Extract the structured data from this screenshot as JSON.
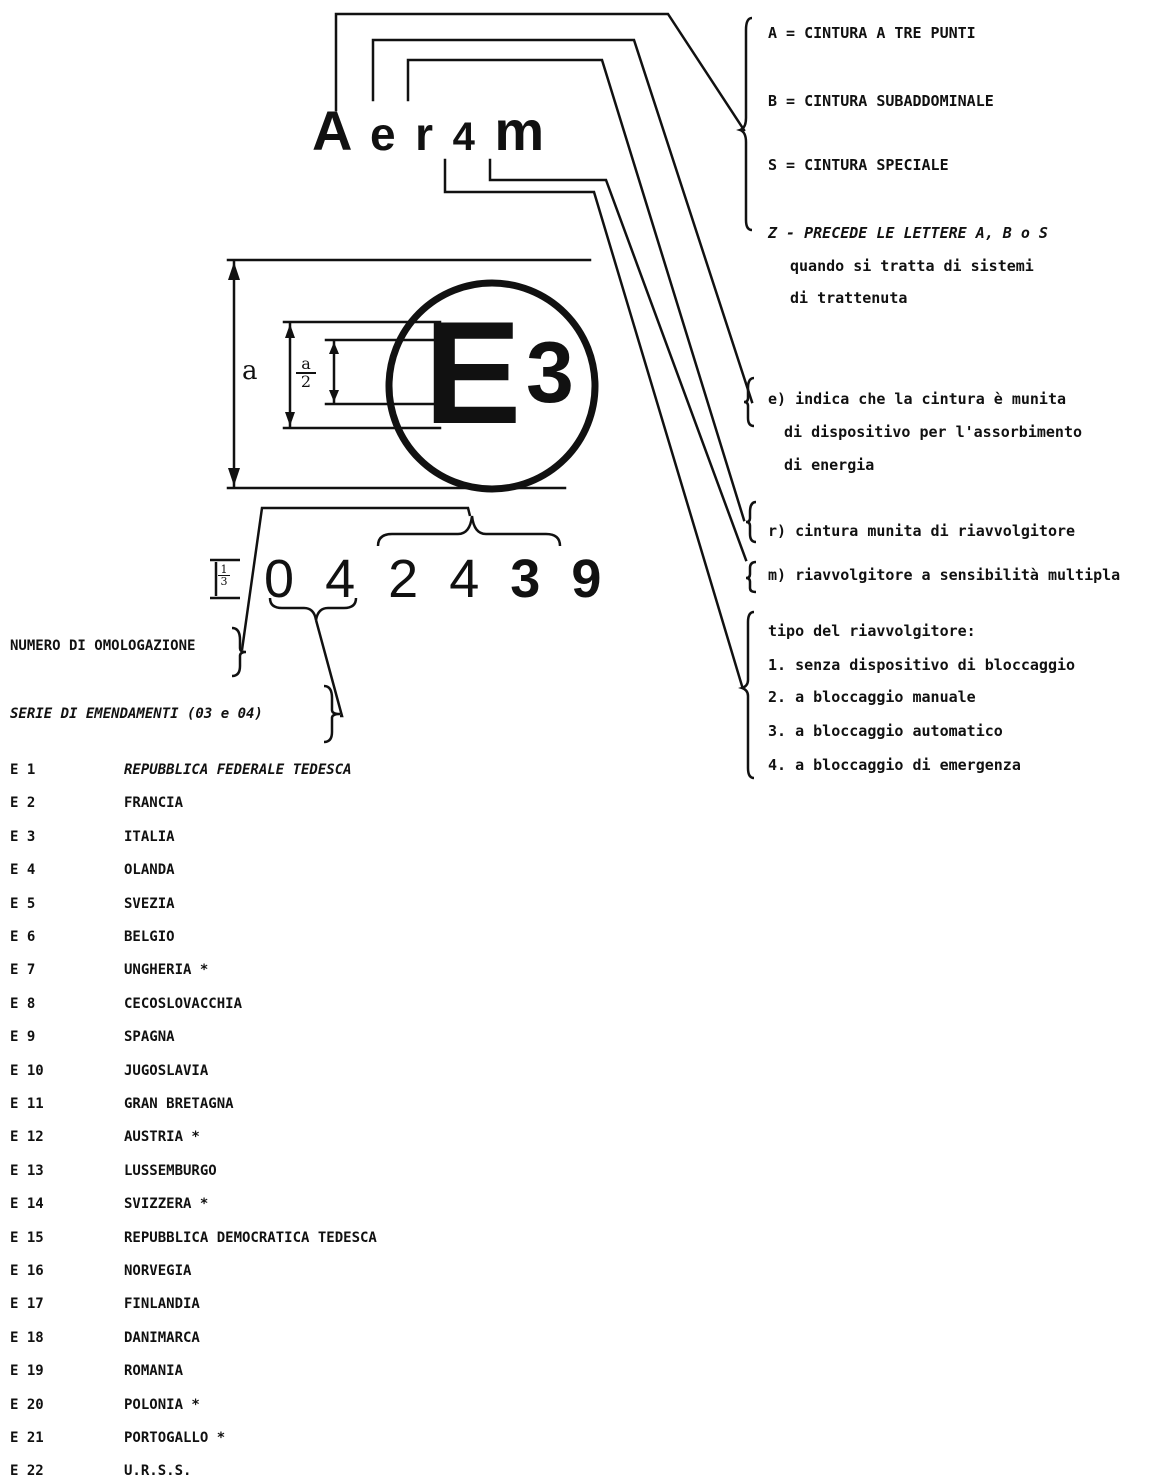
{
  "marking_code": {
    "letters": [
      "A",
      "e",
      "r",
      "4",
      "m"
    ]
  },
  "approval_mark": {
    "country_letter": "E",
    "country_number": "3",
    "dim_a": "a",
    "dim_half_num": "a",
    "dim_half_den": "2",
    "dim_third_num": "1",
    "dim_third_den": "3",
    "series_digits": [
      "0",
      "4"
    ],
    "approval_digits": [
      "2",
      "4",
      "3",
      "9"
    ]
  },
  "belt_types": [
    "A = CINTURA A TRE PUNTI",
    "B = CINTURA SUBADDOMINALE",
    "S = CINTURA SPECIALE"
  ],
  "z_note": [
    "Z - PRECEDE LE LETTERE A, B o S",
    "quando si tratta di sistemi",
    "di trattenuta"
  ],
  "e_note": [
    "e) indica che la cintura è munita",
    "di dispositivo per l'assorbimento",
    "di energia"
  ],
  "r_note": "r) cintura munita di riavvolgitore",
  "m_note": "m) riavvolgitore a sensibilità multipla",
  "retractor": {
    "heading": "tipo del riavvolgitore:",
    "items": [
      "1. senza dispositivo di bloccaggio",
      "2. a bloccaggio manuale",
      "3. a bloccaggio automatico",
      "4. a bloccaggio di emergenza"
    ]
  },
  "approval_number_label": "NUMERO DI OMOLOGAZIONE",
  "amendment_series_label": "SERIE DI EMENDAMENTI (03 e 04)",
  "countries": [
    {
      "code": "E 1",
      "name": "REPUBBLICA FEDERALE TEDESCA"
    },
    {
      "code": "E 2",
      "name": "FRANCIA"
    },
    {
      "code": "E 3",
      "name": "ITALIA"
    },
    {
      "code": "E 4",
      "name": "OLANDA"
    },
    {
      "code": "E 5",
      "name": "SVEZIA"
    },
    {
      "code": "E 6",
      "name": "BELGIO"
    },
    {
      "code": "E 7",
      "name": "UNGHERIA *"
    },
    {
      "code": "E 8",
      "name": "CECOSLOVACCHIA"
    },
    {
      "code": "E 9",
      "name": "SPAGNA"
    },
    {
      "code": "E 10",
      "name": "JUGOSLAVIA"
    },
    {
      "code": "E 11",
      "name": "GRAN BRETAGNA"
    },
    {
      "code": "E 12",
      "name": "AUSTRIA *"
    },
    {
      "code": "E 13",
      "name": "LUSSEMBURGO"
    },
    {
      "code": "E 14",
      "name": "SVIZZERA *"
    },
    {
      "code": "E 15",
      "name": "REPUBBLICA DEMOCRATICA TEDESCA"
    },
    {
      "code": "E 16",
      "name": "NORVEGIA"
    },
    {
      "code": "E 17",
      "name": "FINLANDIA"
    },
    {
      "code": "E 18",
      "name": "DANIMARCA"
    },
    {
      "code": "E 19",
      "name": "ROMANIA"
    },
    {
      "code": "E 20",
      "name": "POLONIA *"
    },
    {
      "code": "E 21",
      "name": "PORTOGALLO *"
    },
    {
      "code": "E 22",
      "name": "U.R.S.S."
    }
  ]
}
